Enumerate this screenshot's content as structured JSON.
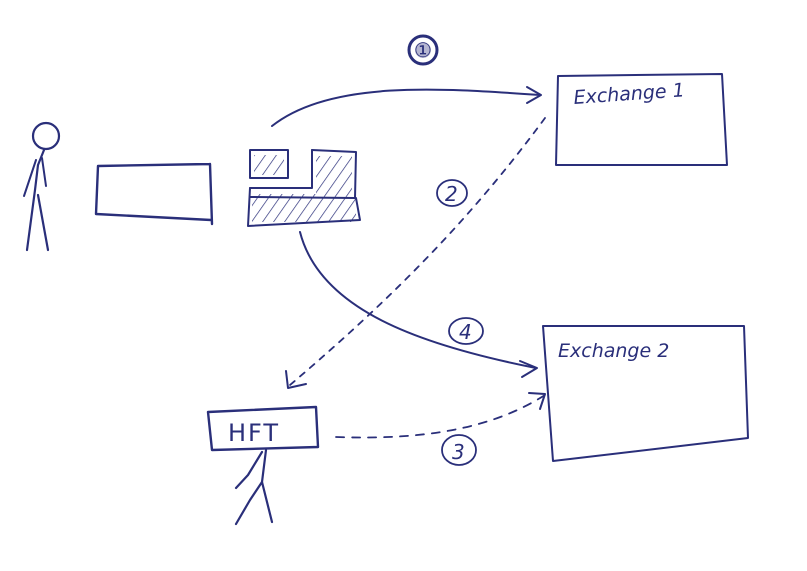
{
  "nodes": {
    "exchange_1": {
      "label": "Exchange 1"
    },
    "exchange_2": {
      "label": "Exchange 2"
    },
    "hft": {
      "label": "HFT"
    }
  },
  "steps": {
    "step_1": "①",
    "step_2": "2",
    "step_3": "3",
    "step_4": "4"
  },
  "colors": {
    "ink": "#2a2f7a",
    "paper": "#ffffff"
  }
}
